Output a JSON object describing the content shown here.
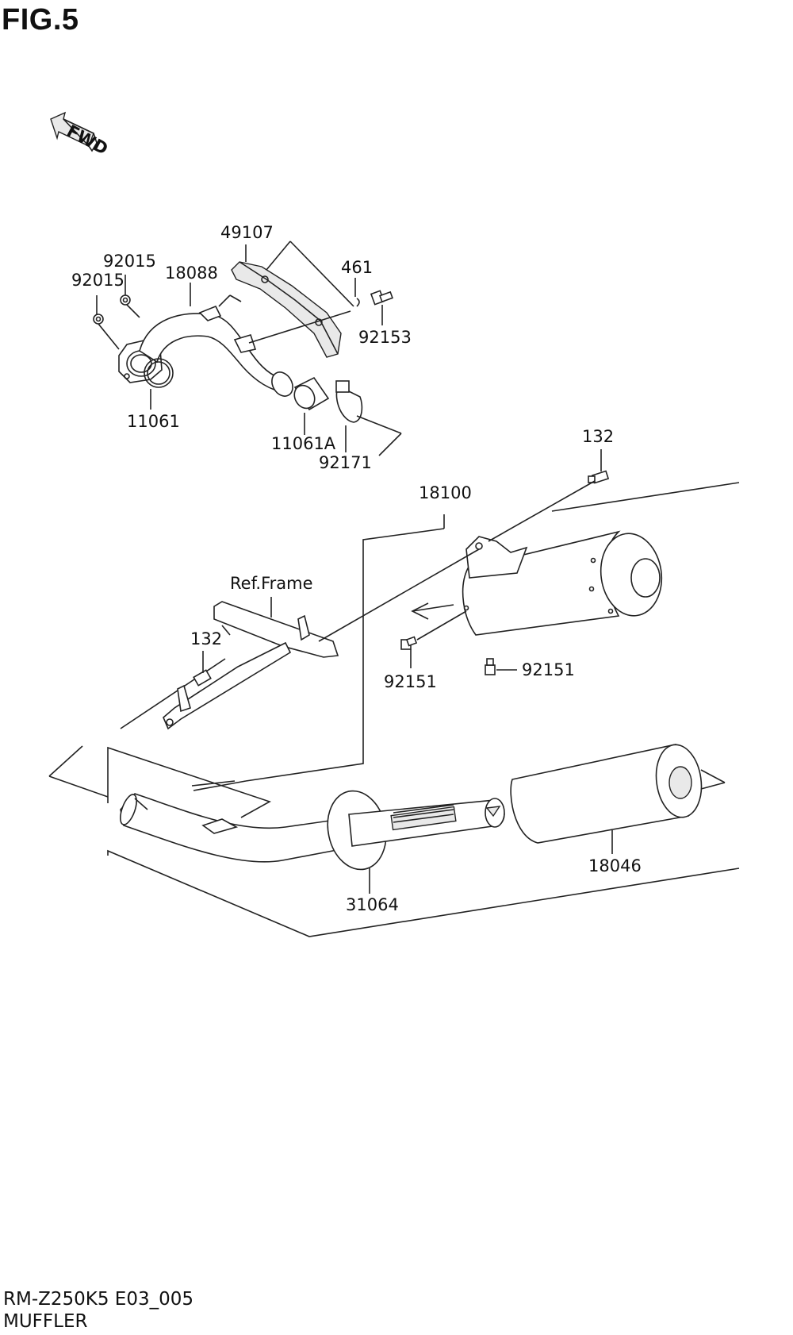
{
  "figure": {
    "title": "FIG.5",
    "fwd_marker": "FWD",
    "code": "RM-Z250K5 E03_005",
    "name": "MUFFLER"
  },
  "parts": {
    "p49107": "49107",
    "p92015_a": "92015",
    "p92015_b": "92015",
    "p18088": "18088",
    "p461": "461",
    "p92153": "92153",
    "p11061": "11061",
    "p11061A": "11061A",
    "p92171": "92171",
    "p132_top": "132",
    "p18100": "18100",
    "ref_frame": "Ref.Frame",
    "p132_frame": "132",
    "p92151_left": "92151",
    "p92151_right": "92151",
    "p18046": "18046",
    "p31064": "31064"
  }
}
